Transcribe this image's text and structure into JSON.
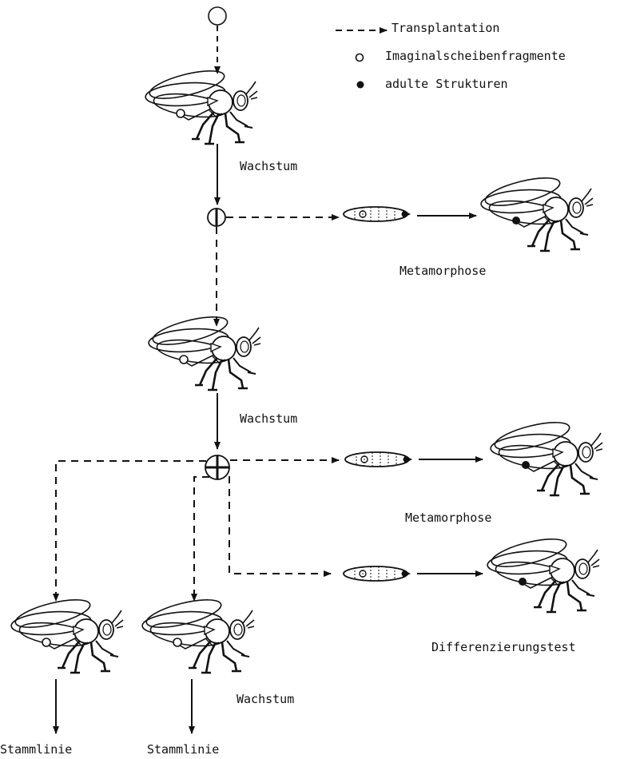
{
  "legend": {
    "transplantation": "Transplantation",
    "fragments": "Imaginalscheibenfragmente",
    "adult": "adulte Strukturen"
  },
  "labels": {
    "growth1": "Wachstum",
    "growth2": "Wachstum",
    "growth3": "Wachstum",
    "metamorphosis1": "Metamorphose",
    "metamorphosis2": "Metamorphose",
    "differentiation": "Differenzierungstest",
    "stemline1": "Stammlinie",
    "stemline2": "Stammlinie"
  },
  "colors": {
    "ink": "#111111",
    "background": "#ffffff"
  }
}
